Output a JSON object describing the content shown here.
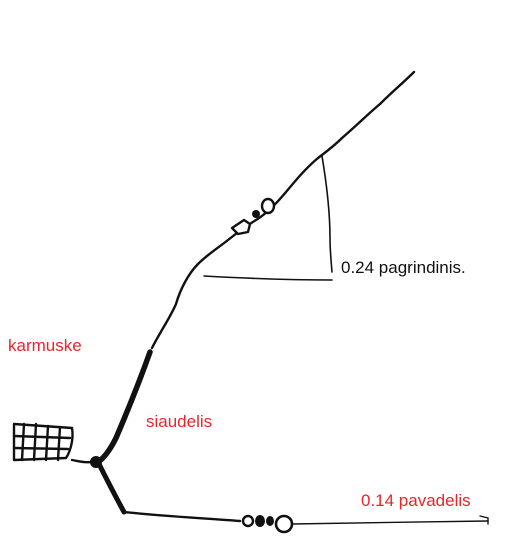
{
  "labels": {
    "main_line": "0.24 pagrindinis.",
    "basket": "karmuske",
    "tail": "siaudelis",
    "leader": "0.14 pavadelis"
  },
  "colors": {
    "ink": "#111111",
    "annotation_red": "#e8262b",
    "annotation_black": "#111111",
    "background": "#ffffff"
  }
}
